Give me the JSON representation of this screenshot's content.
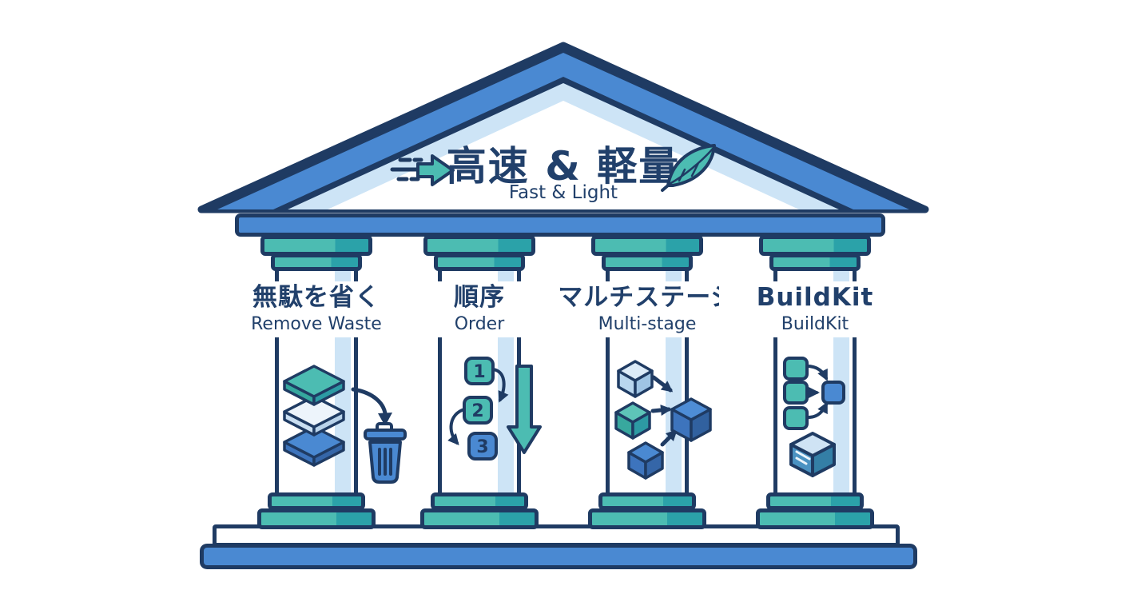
{
  "title": {
    "jp": "高速 & 軽量",
    "en": "Fast & Light"
  },
  "title_icons": {
    "left": "speed-arrow-icon",
    "right": "feather-icon"
  },
  "pillars": [
    {
      "jp": "無駄を省く",
      "en": "Remove Waste",
      "icon": "layers-to-trash-icon"
    },
    {
      "jp": "順序",
      "en": "Order",
      "icon": "ordered-steps-icon",
      "steps": [
        "1",
        "2",
        "3"
      ]
    },
    {
      "jp": "マルチステージ",
      "en": "Multi-stage",
      "icon": "merge-stages-icon"
    },
    {
      "jp": "BuildKit",
      "en": "BuildKit",
      "icon": "build-graph-icon"
    }
  ],
  "colors": {
    "navy": "#1f3b63",
    "blue": "#4a89d2",
    "lightBlue": "#cde4f6",
    "teal": "#4cbcb2",
    "tealDark": "#2ba2a9"
  }
}
